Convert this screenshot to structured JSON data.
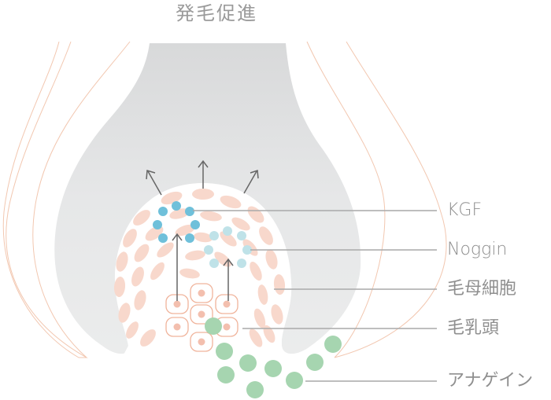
{
  "title": "発毛促進",
  "labels": {
    "kgf": "KGF",
    "noggin": "Noggin",
    "hair_matrix_cells": "毛母細胞",
    "dermal_papilla": "毛乳頭",
    "anagain": "アナゲイン"
  },
  "colors": {
    "follicle_outline": "#f2c7b0",
    "hair_shaft_gray": "#e6e7e8",
    "matrix_cell": "#f8d8cc",
    "papilla_cell_outline": "#f0b49c",
    "papilla_nucleus": "#f3bfae",
    "kgf_dot": "#6fc0da",
    "noggin_dot": "#bfe2e8",
    "anagain_dot": "#a6d5b0",
    "arrow": "#666666",
    "leader_line": "#a9a9a9",
    "label_text": "#8f8f8f",
    "title_text": "#9a9a9a"
  }
}
